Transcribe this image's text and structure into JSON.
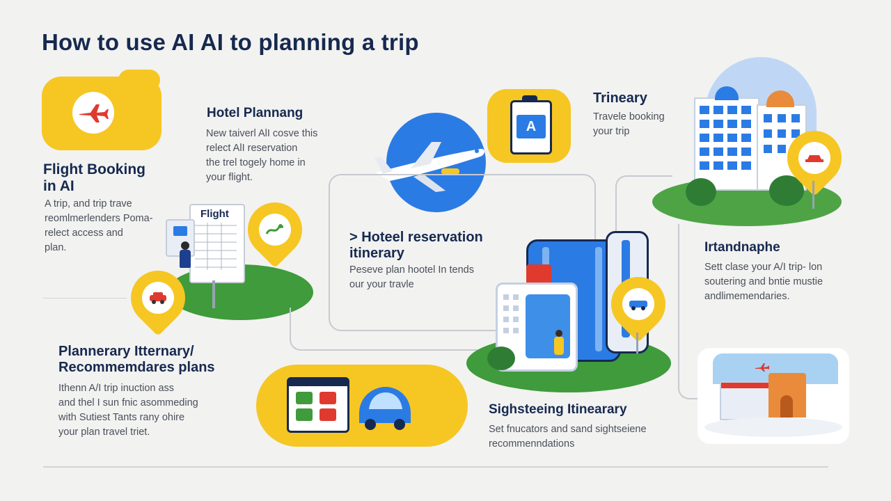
{
  "title": "How to use AI AI to planning a trip",
  "colors": {
    "accent_yellow": "#f6c623",
    "accent_blue": "#2b7be4",
    "navy": "#16294f",
    "red": "#e03a2f",
    "green": "#3f9b3b",
    "background": "#f2f2f1"
  },
  "sections": {
    "flight_booking": {
      "heading": "Flight Booking\nin AI",
      "body": "A trip, and trip trave\nreomlmerlenders Poma-\nrelect access and\nplan.",
      "icon": "airplane-icon"
    },
    "hotel_planning": {
      "heading": "Hotel Plannang",
      "body": "New taiverl AlI cosve this\nrelect AlI reservation\nthe trel togely home in\nyour flight."
    },
    "flight_board": {
      "label": "Flight"
    },
    "hotel_reservation": {
      "heading": "> Hoteel reservation\nitinerary",
      "body": "Peseve plan hootel In tends\nour your travle"
    },
    "passport_card": {
      "letter": "A"
    },
    "trinerary": {
      "heading": "Trineary",
      "body": "Travele booking\nyour trip"
    },
    "plannerary": {
      "heading": "Plannerary  Itternary/\nRecommemdares plans",
      "body": "Ithenn A/I trip inuction ass\nand thel I sun fnic asommeding\nwith  Sutiest Tants rany ohire\nyour plan travel triet."
    },
    "irtandnaphe": {
      "heading": "Irtandnaphe",
      "body": "Sett clase your A/I trip- lon\nsoutering and bntie mustie\nandlimemendaries."
    },
    "sightseeing": {
      "heading": "Sighsteeing Itinearary",
      "body": "Set fnucators and sand sightseiene\nrecommenndations"
    }
  }
}
